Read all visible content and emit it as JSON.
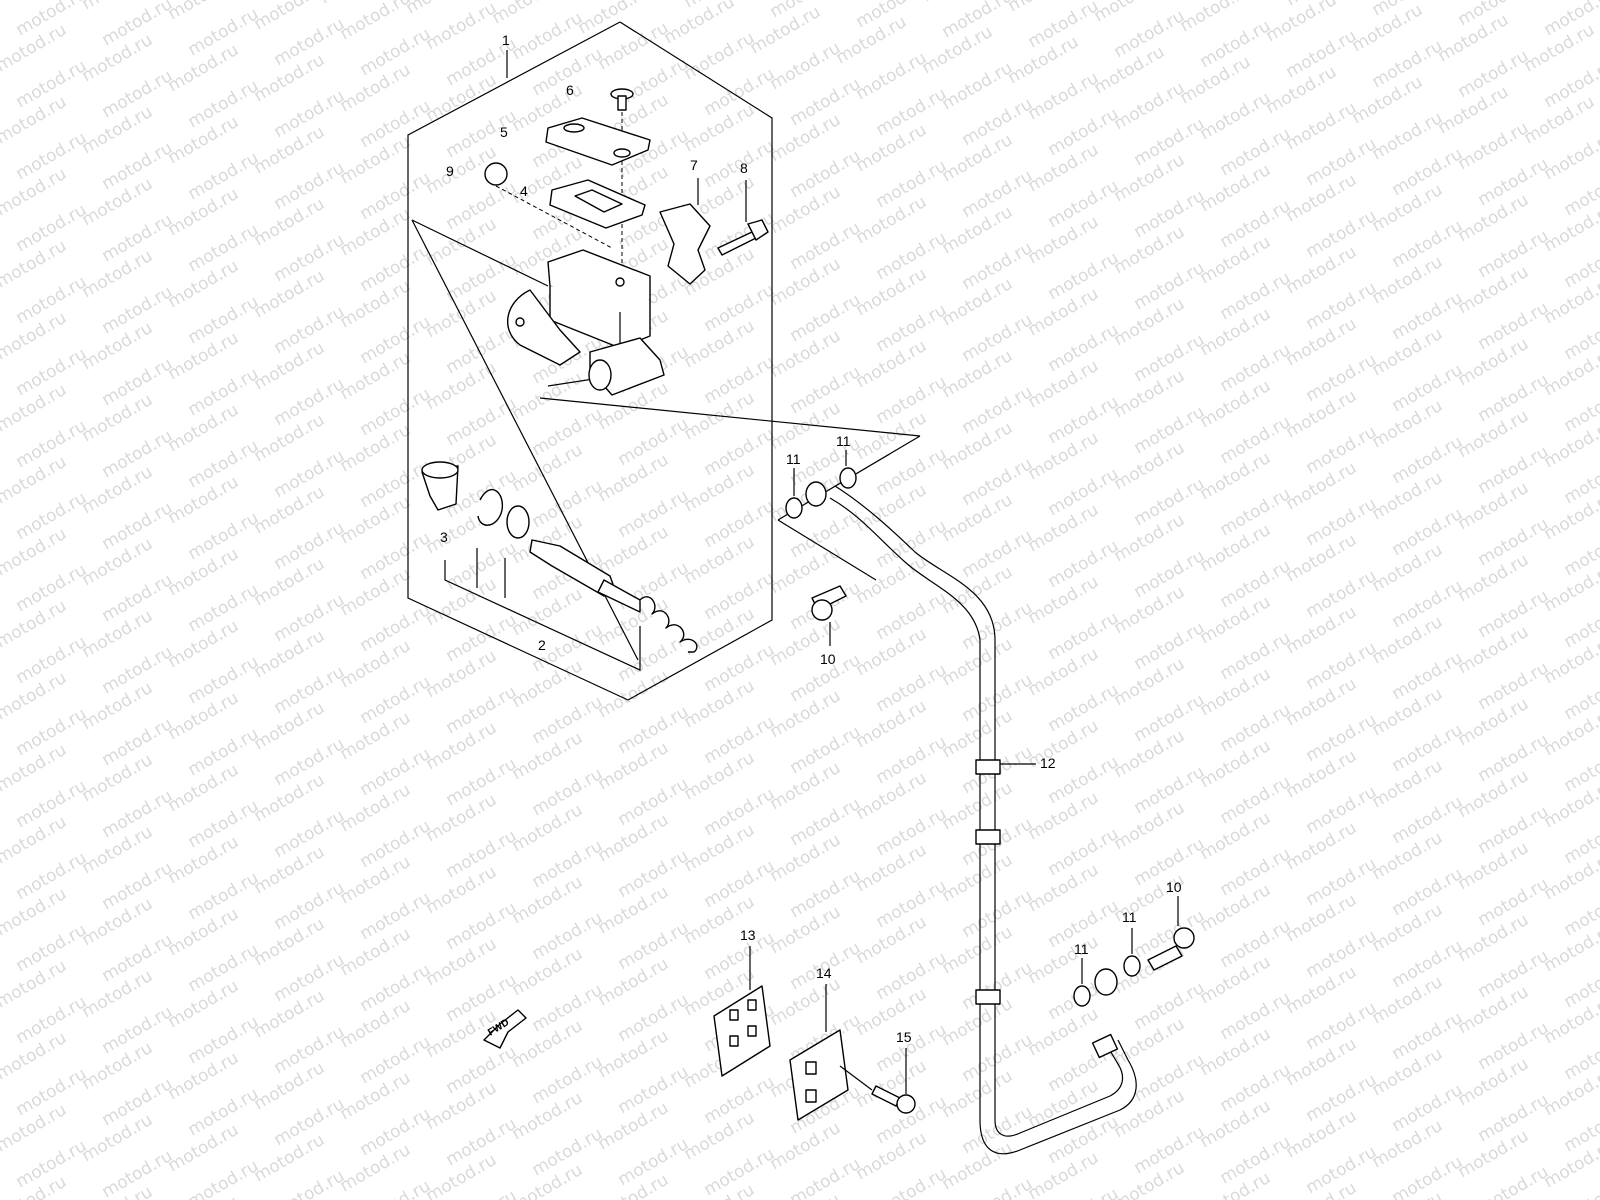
{
  "watermark_text": "motod.ru",
  "fwd_label": "FWD",
  "callouts": {
    "c1": "1",
    "c2": "2",
    "c3": "3",
    "c4": "4",
    "c5": "5",
    "c6": "6",
    "c7": "7",
    "c8": "8",
    "c9": "9",
    "c10a": "10",
    "c10b": "10",
    "c11a": "11",
    "c11b": "11",
    "c11c": "11",
    "c11d": "11",
    "c12": "12",
    "c13": "13",
    "c14": "14",
    "c15": "15"
  },
  "colors": {
    "line": "#000000",
    "watermark": "#d9d9d9",
    "background": "#ffffff"
  }
}
